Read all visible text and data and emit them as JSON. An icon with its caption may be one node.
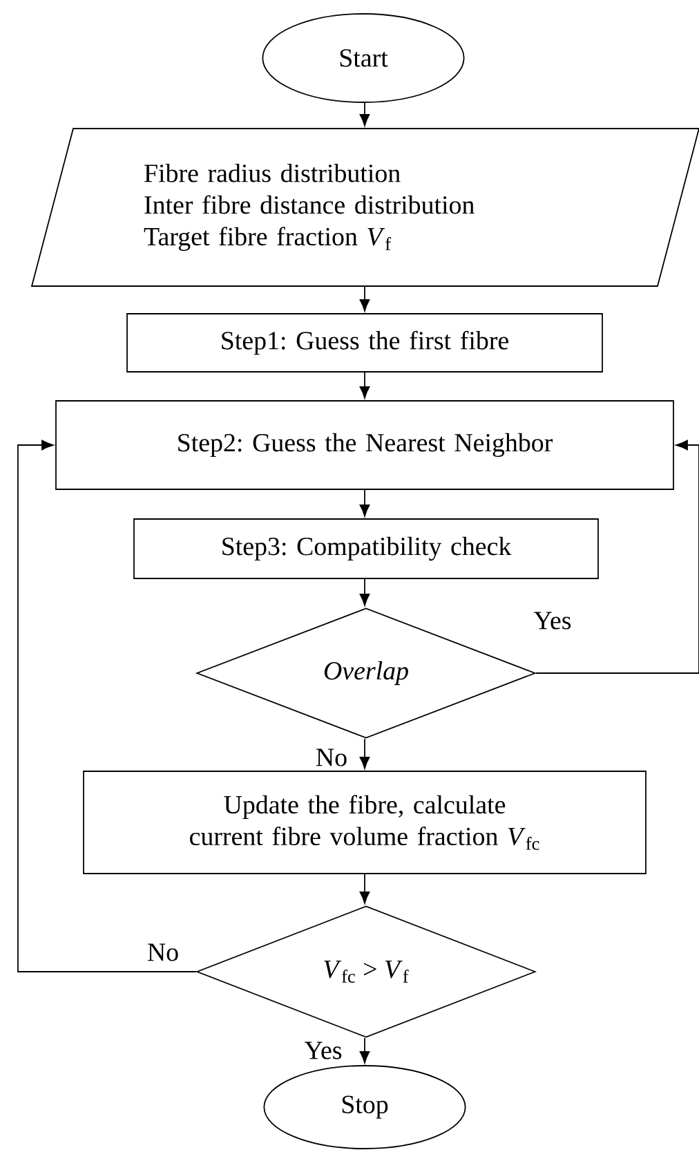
{
  "diagram": {
    "nodes": [
      {
        "text": [
          "Start"
        ]
      },
      {
        "text": [
          "Fibre radius distribution",
          "Inter fibre distance distribution",
          "Target fibre fraction *V*$_{f}$"
        ]
      },
      {
        "text": [
          "Step1: Guess the first fibre"
        ]
      },
      {
        "text": [
          "Step2: Guess the Nearest Neighbor"
        ]
      },
      {
        "text": [
          "Step3: Compatibility check"
        ]
      },
      {
        "text": [
          "Overlap"
        ]
      },
      {
        "text": [
          "Update the fibre, calculate current fibre volume fraction *V*$_{fc}$"
        ]
      },
      {
        "text": [
          "*V*$_{fc}$ > *V*$_{f}$"
        ]
      },
      {
        "text": [
          "Stop"
        ]
      }
    ],
    "edges": [
      {
        "from": 0,
        "to": 1,
        "arrow": "to"
      },
      {
        "from": 1,
        "to": 2,
        "arrow": "to"
      },
      {
        "from": 2,
        "to": 3,
        "arrow": "to"
      },
      {
        "from": 3,
        "to": 4,
        "arrow": "to"
      },
      {
        "from": 4,
        "to": 5,
        "arrow": "to"
      },
      {
        "from": 5,
        "to": 3,
        "arrow": "to",
        "label": "Yes"
      },
      {
        "from": 5,
        "to": 6,
        "arrow": "to",
        "label": "No"
      },
      {
        "from": 6,
        "to": 7,
        "arrow": "to"
      },
      {
        "from": 7,
        "to": 3,
        "arrow": "to",
        "label": "No"
      },
      {
        "from": 7,
        "to": 8,
        "arrow": "to",
        "label": "Yes"
      }
    ]
  }
}
